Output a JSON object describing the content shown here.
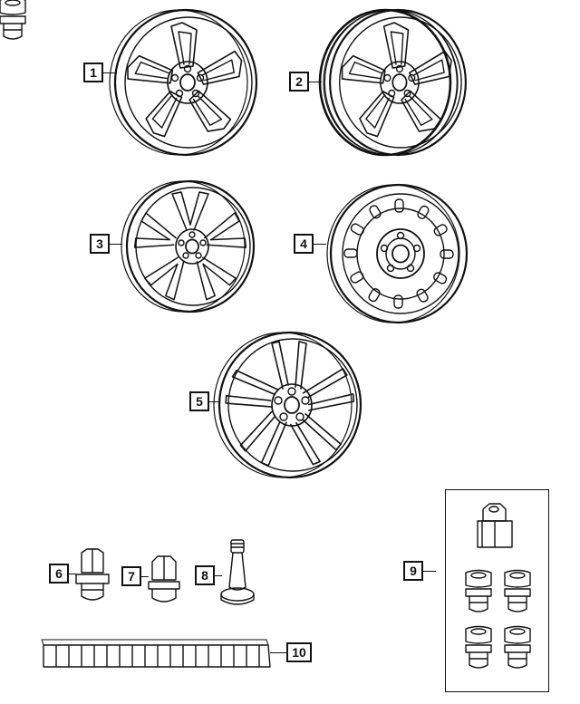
{
  "callouts": {
    "c1": "1",
    "c2": "2",
    "c3": "3",
    "c4": "4",
    "c5": "5",
    "c6": "6",
    "c7": "7",
    "c8": "8",
    "c9": "9",
    "c10": "10"
  },
  "colors": {
    "line": "#111111",
    "background": "#ffffff"
  },
  "parts": [
    "aluminum-wheel-5-spoke",
    "aluminum-wheel-5-spoke-chrome",
    "aluminum-wheel-split-spoke",
    "steel-wheel",
    "aluminum-wheel-double-spoke",
    "wheel-lug-nut",
    "wheel-lug-nut-short",
    "tire-valve-stem",
    "wheel-lock-kit",
    "wheel-balance-weights"
  ]
}
